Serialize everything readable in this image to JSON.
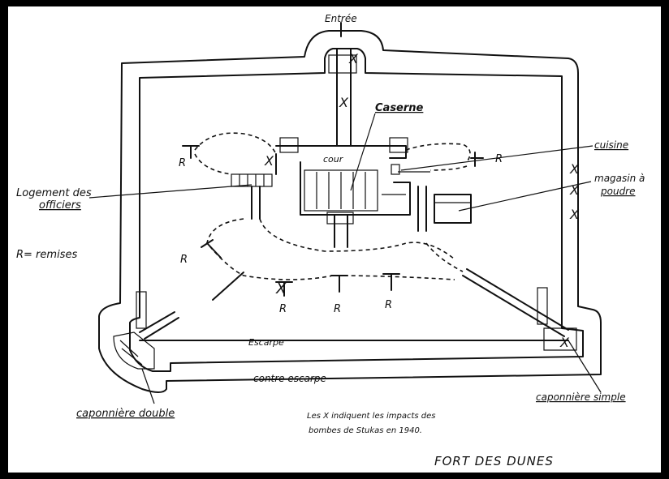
{
  "labels": {
    "entree": "Entrée",
    "caserne": "Caserne",
    "cour": "cour",
    "cuisine": "cuisine",
    "magasin_line1": "magasin à",
    "magasin_line2": "poudre",
    "logement_line1": "Logement des",
    "logement_line2": "officiers",
    "remises_legend": "R= remises",
    "escarpe": "Escarpe",
    "contre_escarpe": "contre escarpe",
    "caponniere_double": "caponnière double",
    "caponniere_simple": "caponnière simple",
    "note_line1": "Les X indiquent les impacts des",
    "note_line2": "bombes de Stukas en 1940.",
    "title": "FORT DES DUNES"
  },
  "remise_marker": "R",
  "impact_marker": "X",
  "colors": {
    "background": "#ffffff",
    "ink": "#111111",
    "frame": "#000000"
  }
}
